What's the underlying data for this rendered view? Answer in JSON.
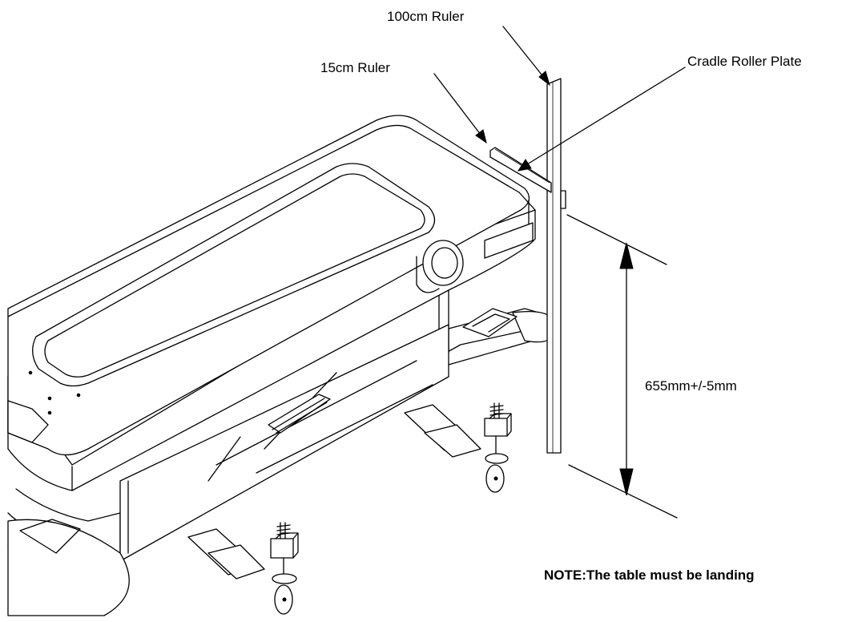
{
  "labels": {
    "ruler_100cm": "100cm Ruler",
    "ruler_15cm": "15cm Ruler",
    "cradle_roller_plate": "Cradle Roller Plate",
    "height_dimension": "655mm+/-5mm",
    "note": "NOTE:The table must be landing"
  }
}
